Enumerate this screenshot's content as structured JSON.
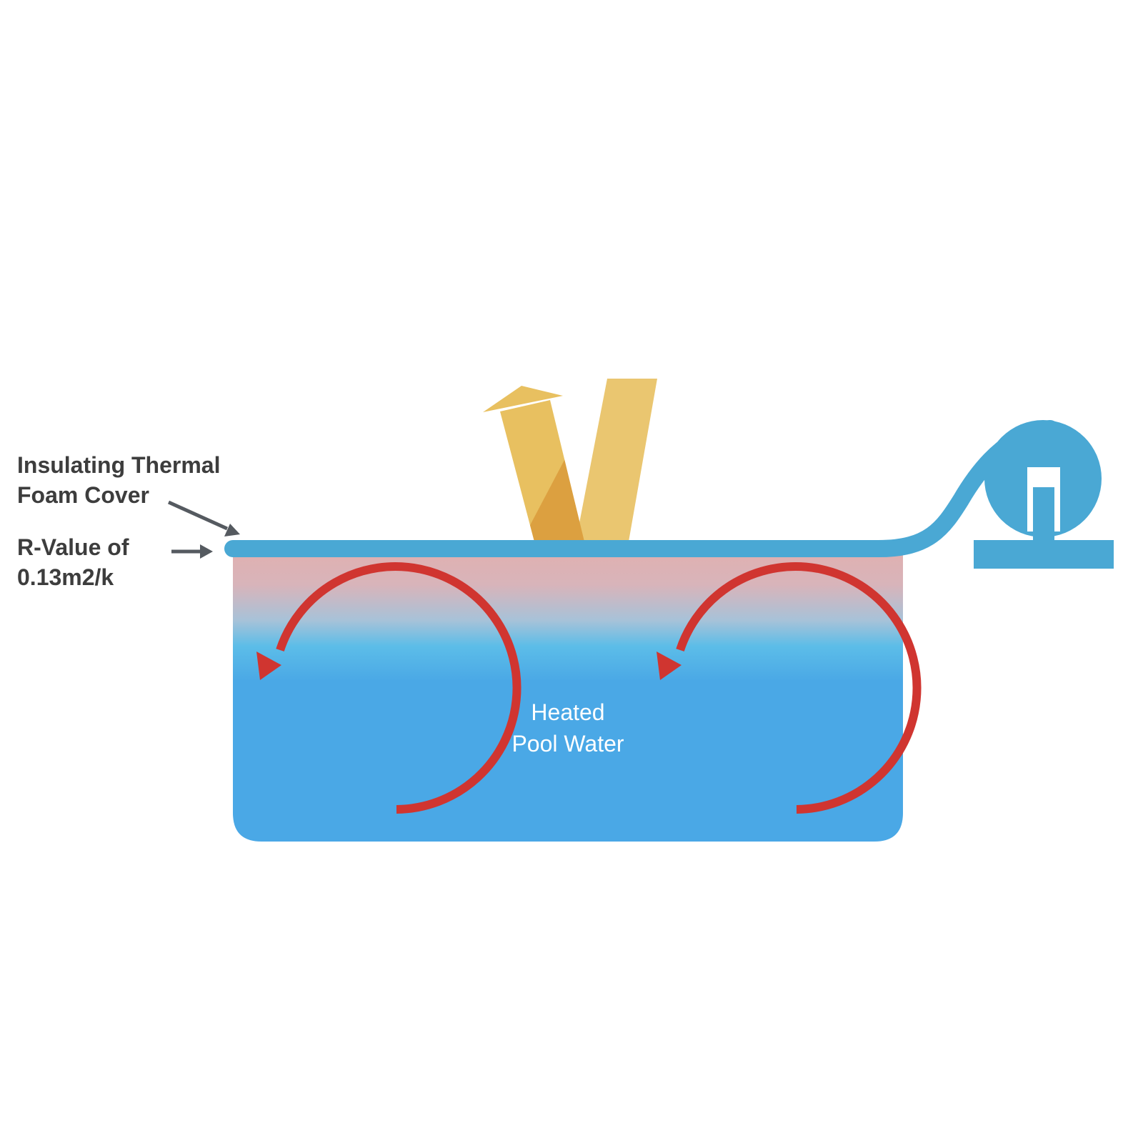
{
  "labels": {
    "cover_line1": "Insulating Thermal",
    "cover_line2": "Foam Cover",
    "rvalue_line1": "R-Value of",
    "rvalue_line2": "0.13m2/k",
    "water_line1": "Heated",
    "water_line2": "Pool Water"
  },
  "colors": {
    "cover": "#4aa8d4",
    "water": "#4aa8e6",
    "water_top_warm": "#e0b0b0",
    "heat_arrow": "#e8c060",
    "heat_arrow_overlap": "#dca040",
    "circulation_arrow": "#d03530",
    "pointer": "#555a60",
    "text_dark": "#3d3d3d",
    "text_light": "#ffffff"
  },
  "icons": {
    "heat_reflection": "reflected-heat-arrow-icon",
    "circulation": "circular-arrow-icon",
    "roller": "cover-roller-reel-icon",
    "pointer": "pointer-arrow-icon"
  }
}
